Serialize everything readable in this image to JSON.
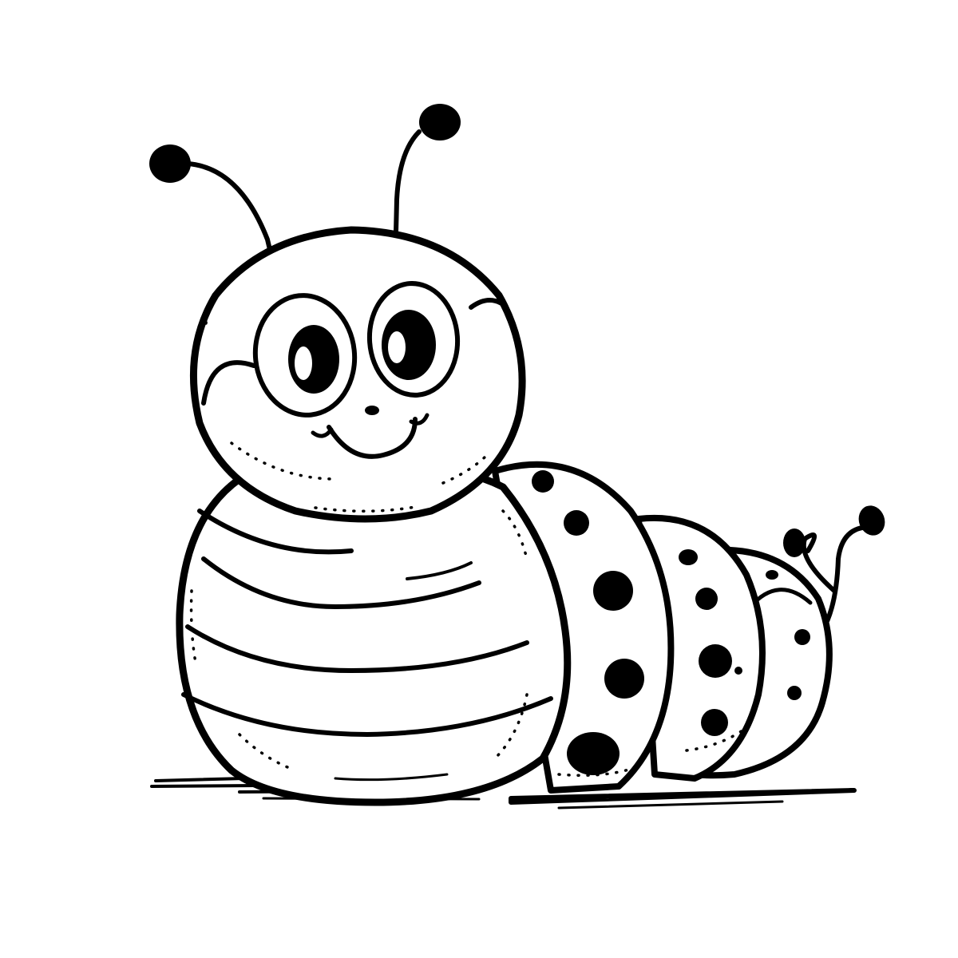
{
  "illustration": {
    "subject": "cartoon-caterpillar",
    "style": "black-and-white-line-art",
    "colors": {
      "ink": "#000000",
      "background": "#ffffff"
    },
    "body_segments": 4,
    "antennae": 2
  }
}
